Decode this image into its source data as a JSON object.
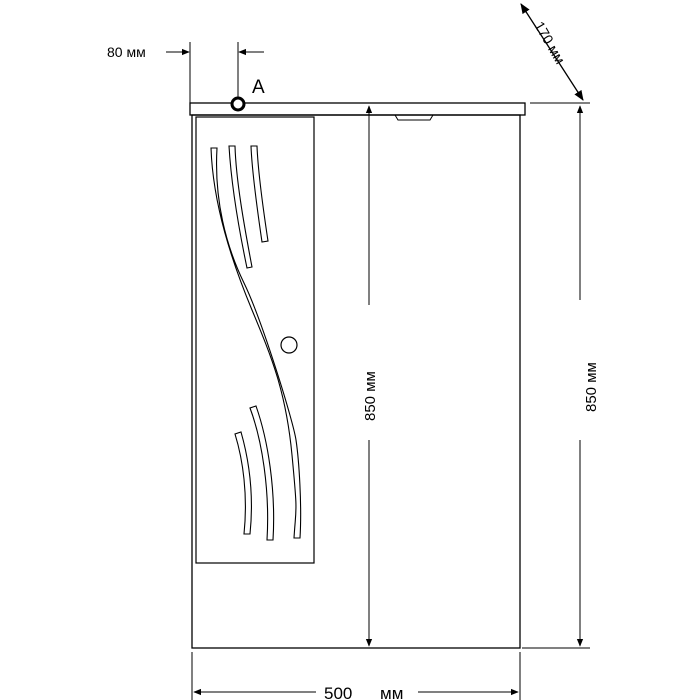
{
  "dimensions": {
    "offset_label": "80 мм",
    "depth_label": "170 мм",
    "inner_height_label": "850 мм",
    "outer_height_label": "850 мм",
    "width_label": "500",
    "width_unit": "мм"
  },
  "markers": {
    "point_label": "A"
  },
  "colors": {
    "line": "#000000",
    "background": "#ffffff"
  }
}
